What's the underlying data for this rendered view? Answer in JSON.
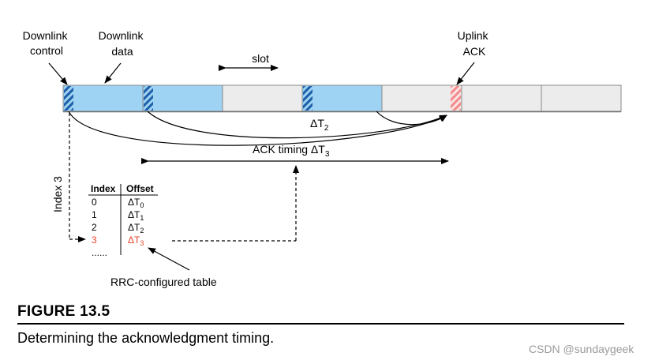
{
  "labels": {
    "downlink_control": [
      "Downlink",
      "control"
    ],
    "downlink_data": [
      "Downlink",
      "data"
    ],
    "uplink_ack": [
      "Uplink",
      "ACK"
    ],
    "slot": "slot",
    "delta_t2": {
      "base": "ΔT",
      "sub": "2"
    },
    "ack_timing": {
      "text": "ACK timing ΔT",
      "sub": "3"
    },
    "index3": "Index 3",
    "rrc_table": "RRC-configured table"
  },
  "table": {
    "headers": [
      "Index",
      "Offset"
    ],
    "rows": [
      {
        "index": "0",
        "offset": "ΔT",
        "sub": "0",
        "highlight": false
      },
      {
        "index": "1",
        "offset": "ΔT",
        "sub": "1",
        "highlight": false
      },
      {
        "index": "2",
        "offset": "ΔT",
        "sub": "2",
        "highlight": false
      },
      {
        "index": "3",
        "offset": "ΔT",
        "sub": "3",
        "highlight": true
      }
    ],
    "ellipsis": "......"
  },
  "figure": {
    "title": "FIGURE 13.5",
    "caption": "Determining the acknowledgment timing."
  },
  "watermark": "CSDN @sundaygeek",
  "colors": {
    "blue_slot": "#9fd3f3",
    "gray_slot": "#ececec",
    "hatch_blue": "#1e5fa8",
    "hatch_red": "#f28a8a",
    "highlight_text": "#e8452c"
  }
}
